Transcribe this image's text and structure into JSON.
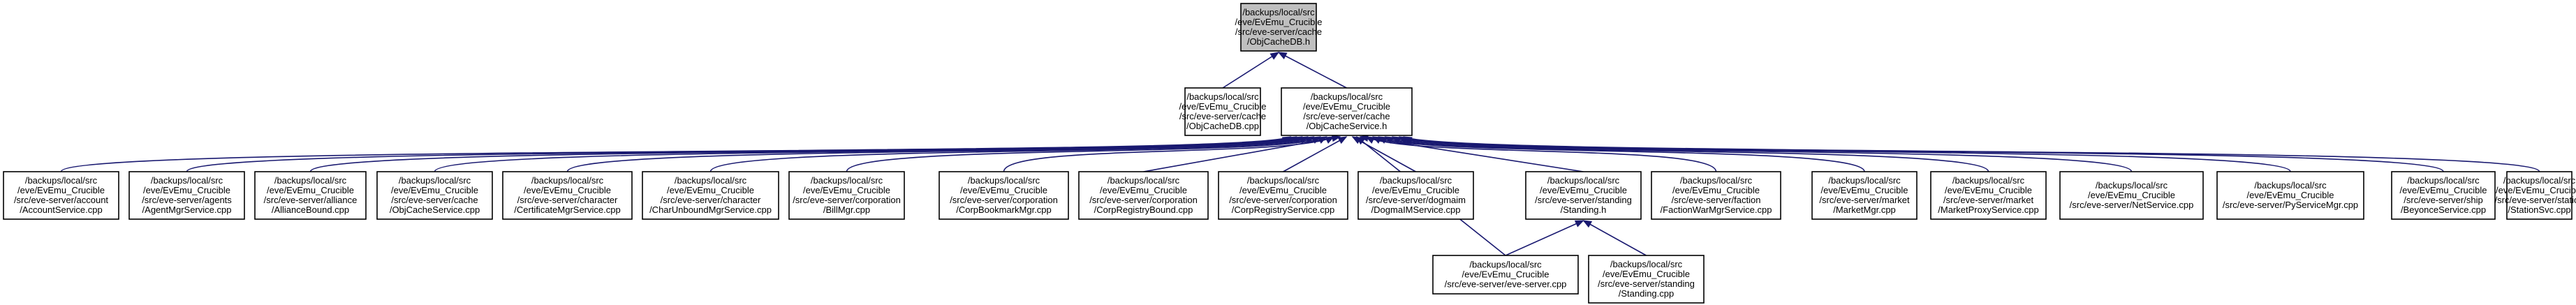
{
  "diagram": {
    "type": "include-dependency-graph",
    "edge_color": "#191970",
    "node_fill": "#ffffff",
    "focus_fill": "#bfbfbf",
    "nodes": [
      {
        "id": "n0",
        "focus": true,
        "lines": [
          "/backups/local/src",
          "/eve/EvEmu_Crucible",
          "/src/eve-server/cache",
          "/ObjCacheDB.h"
        ]
      },
      {
        "id": "n1",
        "lines": [
          "/backups/local/src",
          "/eve/EvEmu_Crucible",
          "/src/eve-server/cache",
          "/ObjCacheDB.cpp"
        ]
      },
      {
        "id": "n2",
        "lines": [
          "/backups/local/src",
          "/eve/EvEmu_Crucible",
          "/src/eve-server/cache",
          "/ObjCacheService.h"
        ]
      },
      {
        "id": "n3",
        "lines": [
          "/backups/local/src",
          "/eve/EvEmu_Crucible",
          "/src/eve-server/account",
          "/AccountService.cpp"
        ]
      },
      {
        "id": "n4",
        "lines": [
          "/backups/local/src",
          "/eve/EvEmu_Crucible",
          "/src/eve-server/agents",
          "/AgentMgrService.cpp"
        ]
      },
      {
        "id": "n5",
        "lines": [
          "/backups/local/src",
          "/eve/EvEmu_Crucible",
          "/src/eve-server/alliance",
          "/AllianceBound.cpp"
        ]
      },
      {
        "id": "n6",
        "lines": [
          "/backups/local/src",
          "/eve/EvEmu_Crucible",
          "/src/eve-server/cache",
          "/ObjCacheService.cpp"
        ]
      },
      {
        "id": "n7",
        "lines": [
          "/backups/local/src",
          "/eve/EvEmu_Crucible",
          "/src/eve-server/character",
          "/CertificateMgrService.cpp"
        ]
      },
      {
        "id": "n8",
        "lines": [
          "/backups/local/src",
          "/eve/EvEmu_Crucible",
          "/src/eve-server/character",
          "/CharUnboundMgrService.cpp"
        ]
      },
      {
        "id": "n9",
        "lines": [
          "/backups/local/src",
          "/eve/EvEmu_Crucible",
          "/src/eve-server/corporation",
          "/BillMgr.cpp"
        ]
      },
      {
        "id": "n10",
        "lines": [
          "/backups/local/src",
          "/eve/EvEmu_Crucible",
          "/src/eve-server/corporation",
          "/CorpBookmarkMgr.cpp"
        ]
      },
      {
        "id": "n11",
        "lines": [
          "/backups/local/src",
          "/eve/EvEmu_Crucible",
          "/src/eve-server/corporation",
          "/CorpRegistryBound.cpp"
        ]
      },
      {
        "id": "n12",
        "lines": [
          "/backups/local/src",
          "/eve/EvEmu_Crucible",
          "/src/eve-server/corporation",
          "/CorpRegistryService.cpp"
        ]
      },
      {
        "id": "n13",
        "lines": [
          "/backups/local/src",
          "/eve/EvEmu_Crucible",
          "/src/eve-server/dogmaim",
          "/DogmaIMService.cpp"
        ]
      },
      {
        "id": "n14",
        "lines": [
          "/backups/local/src",
          "/eve/EvEmu_Crucible",
          "/src/eve-server/standing",
          "/Standing.h"
        ]
      },
      {
        "id": "n15",
        "lines": [
          "/backups/local/src",
          "/eve/EvEmu_Crucible",
          "/src/eve-server/faction",
          "/FactionWarMgrService.cpp"
        ]
      },
      {
        "id": "n16",
        "lines": [
          "/backups/local/src",
          "/eve/EvEmu_Crucible",
          "/src/eve-server/market",
          "/MarketMgr.cpp"
        ]
      },
      {
        "id": "n17",
        "lines": [
          "/backups/local/src",
          "/eve/EvEmu_Crucible",
          "/src/eve-server/market",
          "/MarketProxyService.cpp"
        ]
      },
      {
        "id": "n18",
        "lines": [
          "/backups/local/src",
          "/eve/EvEmu_Crucible",
          "/src/eve-server/NetService.cpp"
        ]
      },
      {
        "id": "n19",
        "lines": [
          "/backups/local/src",
          "/eve/EvEmu_Crucible",
          "/src/eve-server/PyServiceMgr.cpp"
        ]
      },
      {
        "id": "n20",
        "lines": [
          "/backups/local/src",
          "/eve/EvEmu_Crucible",
          "/src/eve-server/ship",
          "/BeyonceService.cpp"
        ]
      },
      {
        "id": "n21",
        "lines": [
          "/backups/local/src",
          "/eve/EvEmu_Crucible",
          "/src/eve-server/station",
          "/StationSvc.cpp"
        ]
      },
      {
        "id": "n22",
        "lines": [
          "/backups/local/src",
          "/eve/EvEmu_Crucible",
          "/src/eve-server/eve-server.cpp"
        ]
      },
      {
        "id": "n23",
        "lines": [
          "/backups/local/src",
          "/eve/EvEmu_Crucible",
          "/src/eve-server/standing",
          "/Standing.cpp"
        ]
      }
    ],
    "edges": [
      {
        "from": "n1",
        "to": "n0"
      },
      {
        "from": "n2",
        "to": "n0"
      },
      {
        "from": "n3",
        "to": "n2"
      },
      {
        "from": "n4",
        "to": "n2"
      },
      {
        "from": "n5",
        "to": "n2"
      },
      {
        "from": "n6",
        "to": "n2"
      },
      {
        "from": "n7",
        "to": "n2"
      },
      {
        "from": "n8",
        "to": "n2"
      },
      {
        "from": "n9",
        "to": "n2"
      },
      {
        "from": "n10",
        "to": "n2"
      },
      {
        "from": "n11",
        "to": "n2"
      },
      {
        "from": "n12",
        "to": "n2"
      },
      {
        "from": "n13",
        "to": "n2"
      },
      {
        "from": "n14",
        "to": "n2"
      },
      {
        "from": "n15",
        "to": "n2"
      },
      {
        "from": "n16",
        "to": "n2"
      },
      {
        "from": "n17",
        "to": "n2"
      },
      {
        "from": "n18",
        "to": "n2"
      },
      {
        "from": "n19",
        "to": "n2"
      },
      {
        "from": "n20",
        "to": "n2"
      },
      {
        "from": "n21",
        "to": "n2"
      },
      {
        "from": "n22",
        "to": "n2"
      },
      {
        "from": "n22",
        "to": "n14"
      },
      {
        "from": "n23",
        "to": "n14"
      }
    ]
  }
}
